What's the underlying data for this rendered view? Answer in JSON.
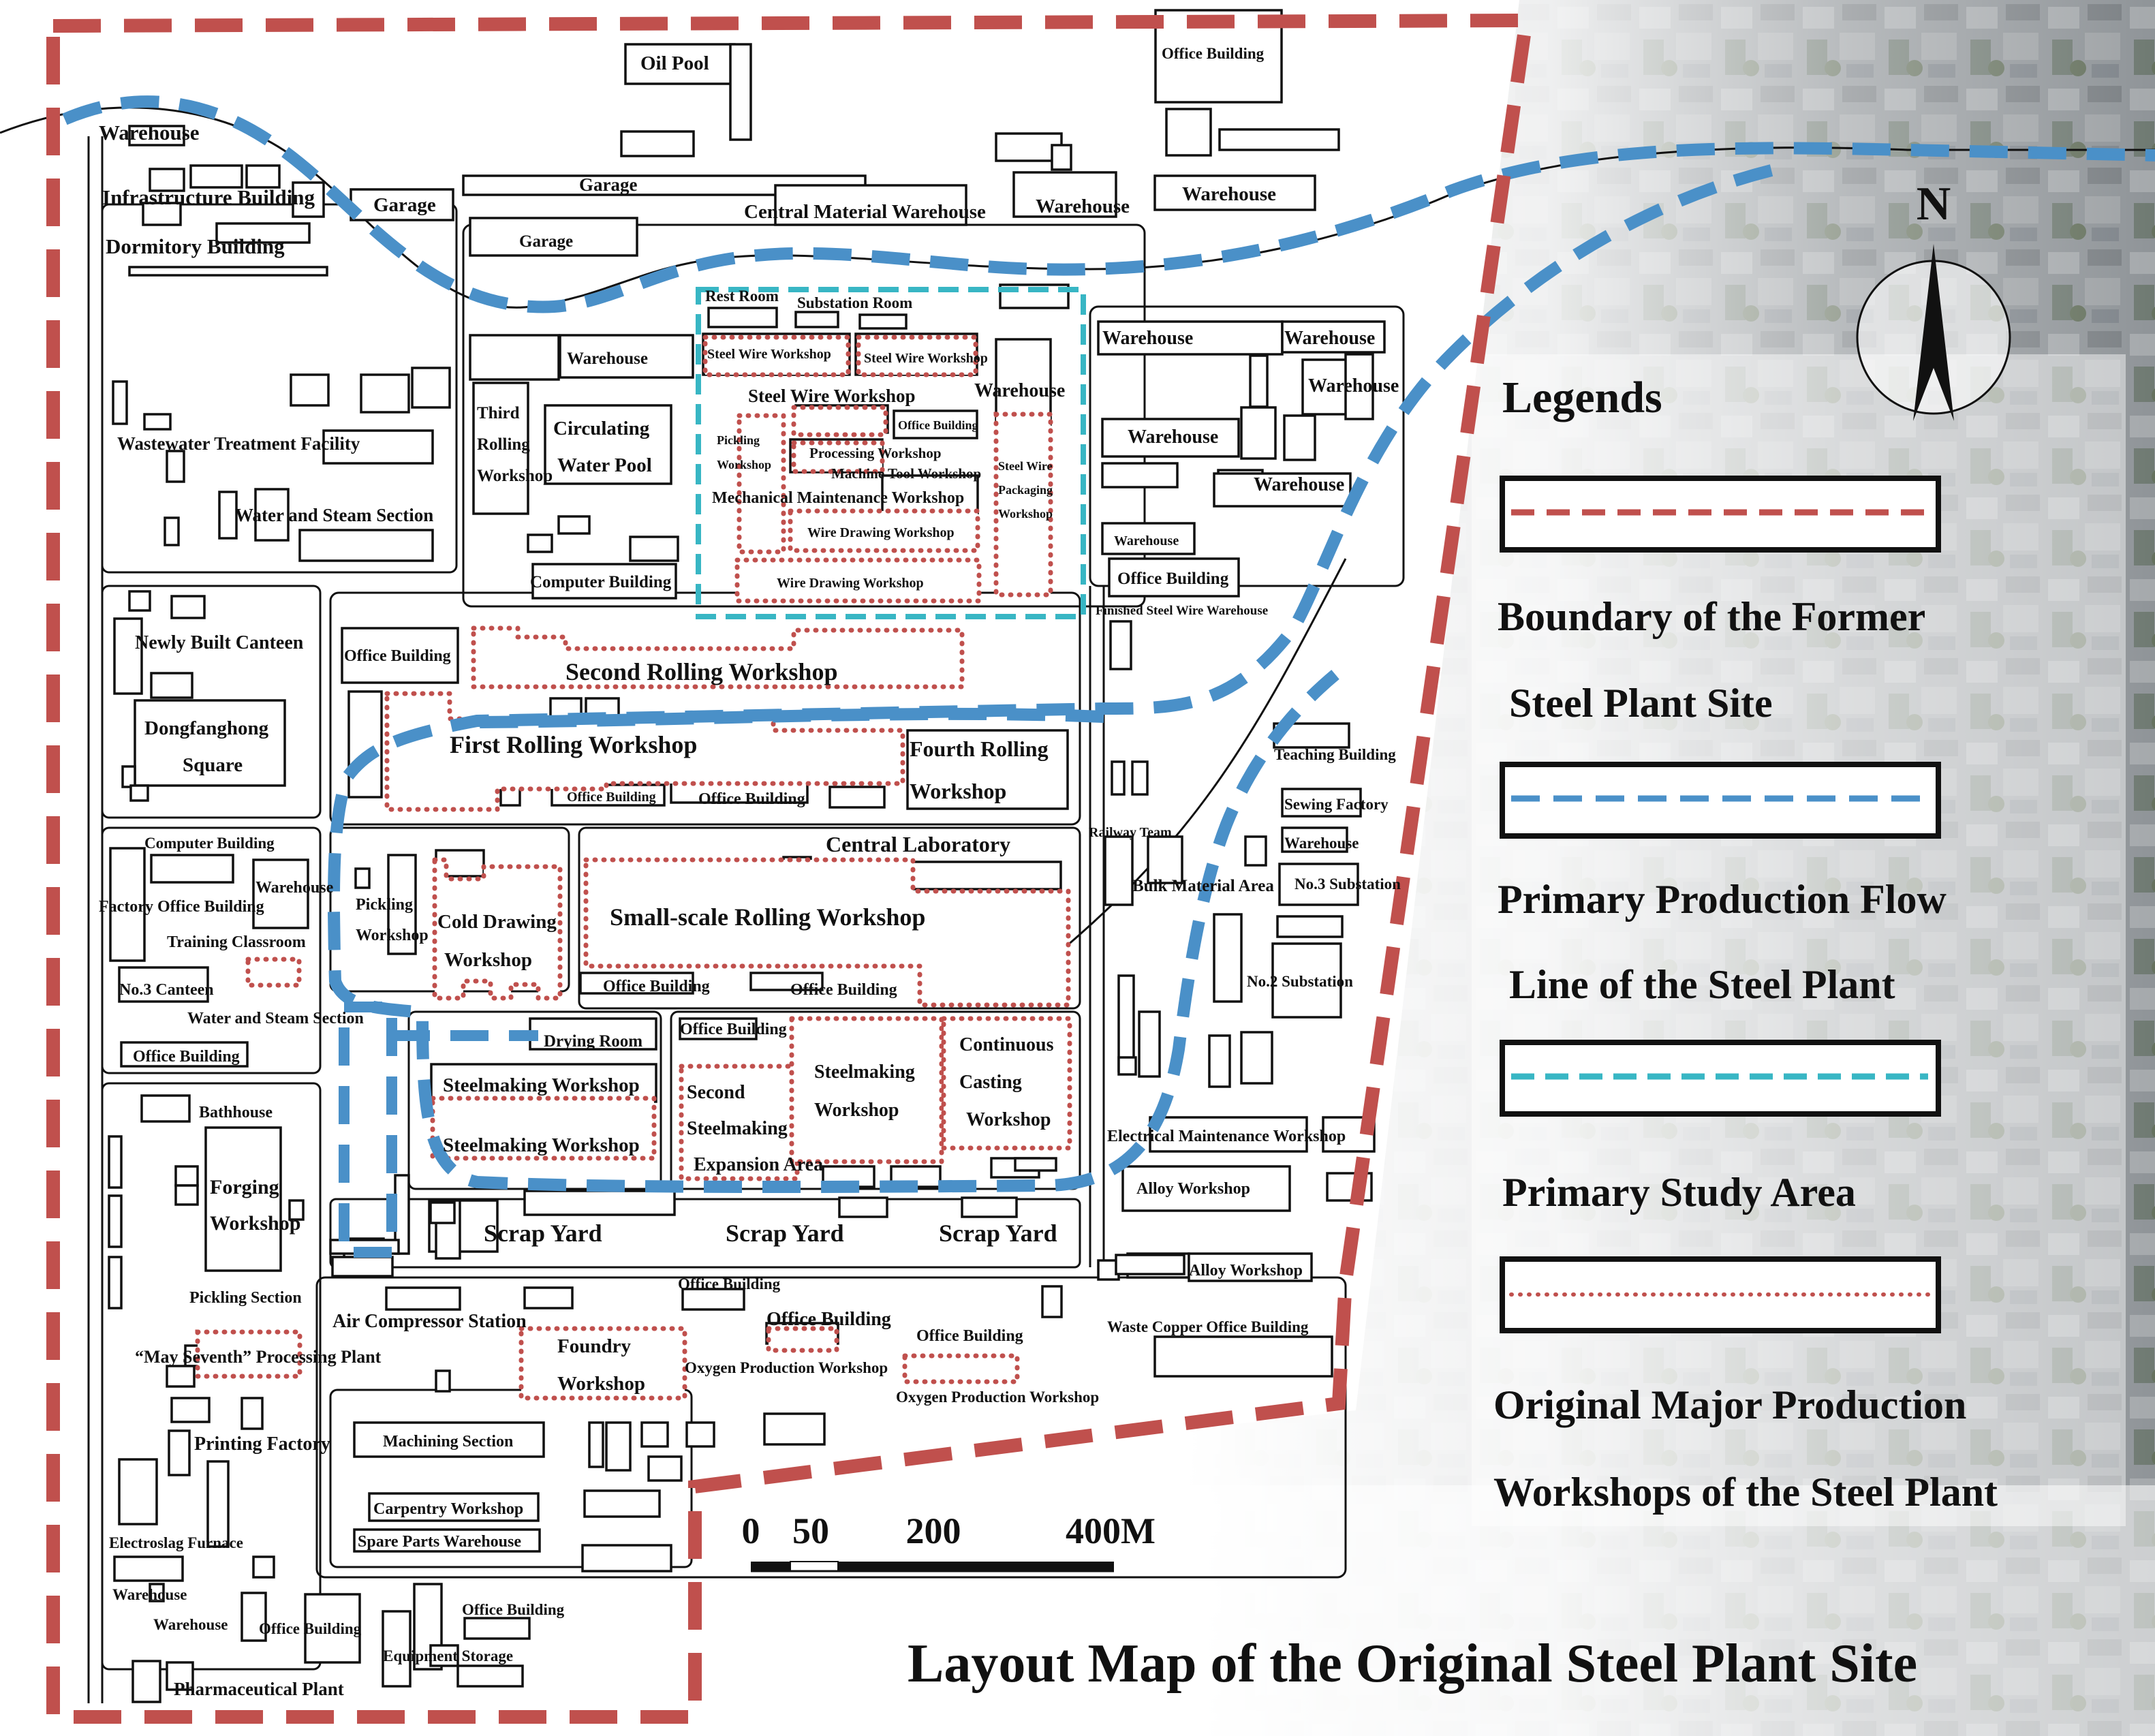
{
  "title": "Layout Map of the Original Steel Plant Site",
  "colors": {
    "boundary": "#c0504d",
    "production_flow": "#4a90c8",
    "study_area": "#38b6c4",
    "workshop": "#c0504d",
    "satellite_bg": "#8d9296"
  },
  "icons": {
    "north_arrow": "north-arrow-icon"
  },
  "north": "N",
  "legend": {
    "heading": "Legends",
    "boundary": {
      "line1": "Boundary of the Former",
      "line2": "Steel Plant Site"
    },
    "flow": {
      "line1": "Primary Production Flow",
      "line2": "Line of the Steel Plant"
    },
    "study": {
      "line1": "Primary Study Area"
    },
    "workshops": {
      "line1": "Original Major Production",
      "line2": "Workshops of the Steel Plant"
    }
  },
  "scale_bar": {
    "ticks": [
      "0",
      "50",
      "200",
      "400M"
    ]
  },
  "labels": {
    "oil_pool": "Oil Pool",
    "office_building": "Office Building",
    "warehouse": "Warehouse",
    "infrastructure_building": "Infrastructure Building",
    "garage": "Garage",
    "dormitory_building": "Dormitory Building",
    "central_material_warehouse": "Central Material Warehouse",
    "rest_room": "Rest Room",
    "substation_room": "Substation Room",
    "steel_wire_workshop": "Steel Wire Workshop",
    "third_rolling_workshop_1": "Third",
    "third_rolling_workshop_2": "Rolling",
    "third_rolling_workshop_3": "Workshop",
    "circulating_water_pool_1": "Circulating",
    "circulating_water_pool_2": "Water Pool",
    "wastewater_treatment_facility": "Wastewater Treatment Facility",
    "water_and_steam_section": "Water and Steam Section",
    "pickling_workshop_1": "Pickling",
    "pickling_workshop_2": "Workshop",
    "processing_workshop": "Processing Workshop",
    "machine_tool_workshop": "Machine Tool Workshop",
    "mechanical_maintenance_workshop": "Mechanical Maintenance Workshop",
    "steel_wire_packaging_workshop_1": "Steel Wire",
    "steel_wire_packaging_workshop_2": "Packaging",
    "steel_wire_packaging_workshop_3": "Workshop",
    "wire_drawing_workshop": "Wire Drawing Workshop",
    "computer_building": "Computer Building",
    "finished_steel_wire_warehouse": "Finished Steel Wire Warehouse",
    "newly_built_canteen": "Newly Built Canteen",
    "dongfanghong_square_1": "Dongfanghong",
    "dongfanghong_square_2": "Square",
    "second_rolling_workshop": "Second Rolling Workshop",
    "first_rolling_workshop": "First Rolling Workshop",
    "fourth_rolling_workshop_1": "Fourth Rolling",
    "fourth_rolling_workshop_2": "Workshop",
    "teaching_building": "Teaching Building",
    "sewing_factory": "Sewing Factory",
    "central_laboratory": "Central Laboratory",
    "railway_team": "Railway Team",
    "bulk_material_area": "Bulk Material Area",
    "no3_substation": "No.3 Substation",
    "factory_office_building": "Factory Office Building",
    "training_classroom": "Training Classroom",
    "no3_canteen": "No.3 Canteen",
    "pickling_workshop_b1": "Pickling",
    "pickling_workshop_b2": "Workshop",
    "cold_drawing_workshop_1": "Cold Drawing",
    "cold_drawing_workshop_2": "Workshop",
    "small_scale_rolling_workshop": "Small-scale Rolling Workshop",
    "no2_substation": "No.2 Substation",
    "drying_room": "Drying Room",
    "steelmaking_workshop": "Steelmaking Workshop",
    "steelmaking_workshop_c1": "Steelmaking",
    "steelmaking_workshop_c2": "Workshop",
    "continuous_casting_workshop_1": "Continuous",
    "continuous_casting_workshop_2": "Casting",
    "continuous_casting_workshop_3": "Workshop",
    "second_steelmaking_expansion_area_1": "Second",
    "second_steelmaking_expansion_area_2": "Steelmaking",
    "second_steelmaking_expansion_area_3": "Expansion Area",
    "bathhouse": "Bathhouse",
    "forging_workshop_1": "Forging",
    "forging_workshop_2": "Workshop",
    "electrical_maintenance_workshop": "Electrical Maintenance Workshop",
    "alloy_workshop": "Alloy Workshop",
    "scrap_yard": "Scrap Yard",
    "pickling_section": "Pickling Section",
    "air_compressor_station": "Air Compressor Station",
    "may_seventh_processing_plant": "“May Seventh” Processing Plant",
    "foundry_workshop_1": "Foundry",
    "foundry_workshop_2": "Workshop",
    "oxygen_production_workshop": "Oxygen Production Workshop",
    "waste_copper_office_building": "Waste Copper Office Building",
    "printing_factory": "Printing Factory",
    "machining_section": "Machining Section",
    "carpentry_workshop": "Carpentry Workshop",
    "spare_parts_warehouse": "Spare Parts Warehouse",
    "electroslag_furnace": "Electroslag Furnace",
    "equipment_storage": "Equipment Storage",
    "pharmaceutical_plant": "Pharmaceutical Plant"
  }
}
